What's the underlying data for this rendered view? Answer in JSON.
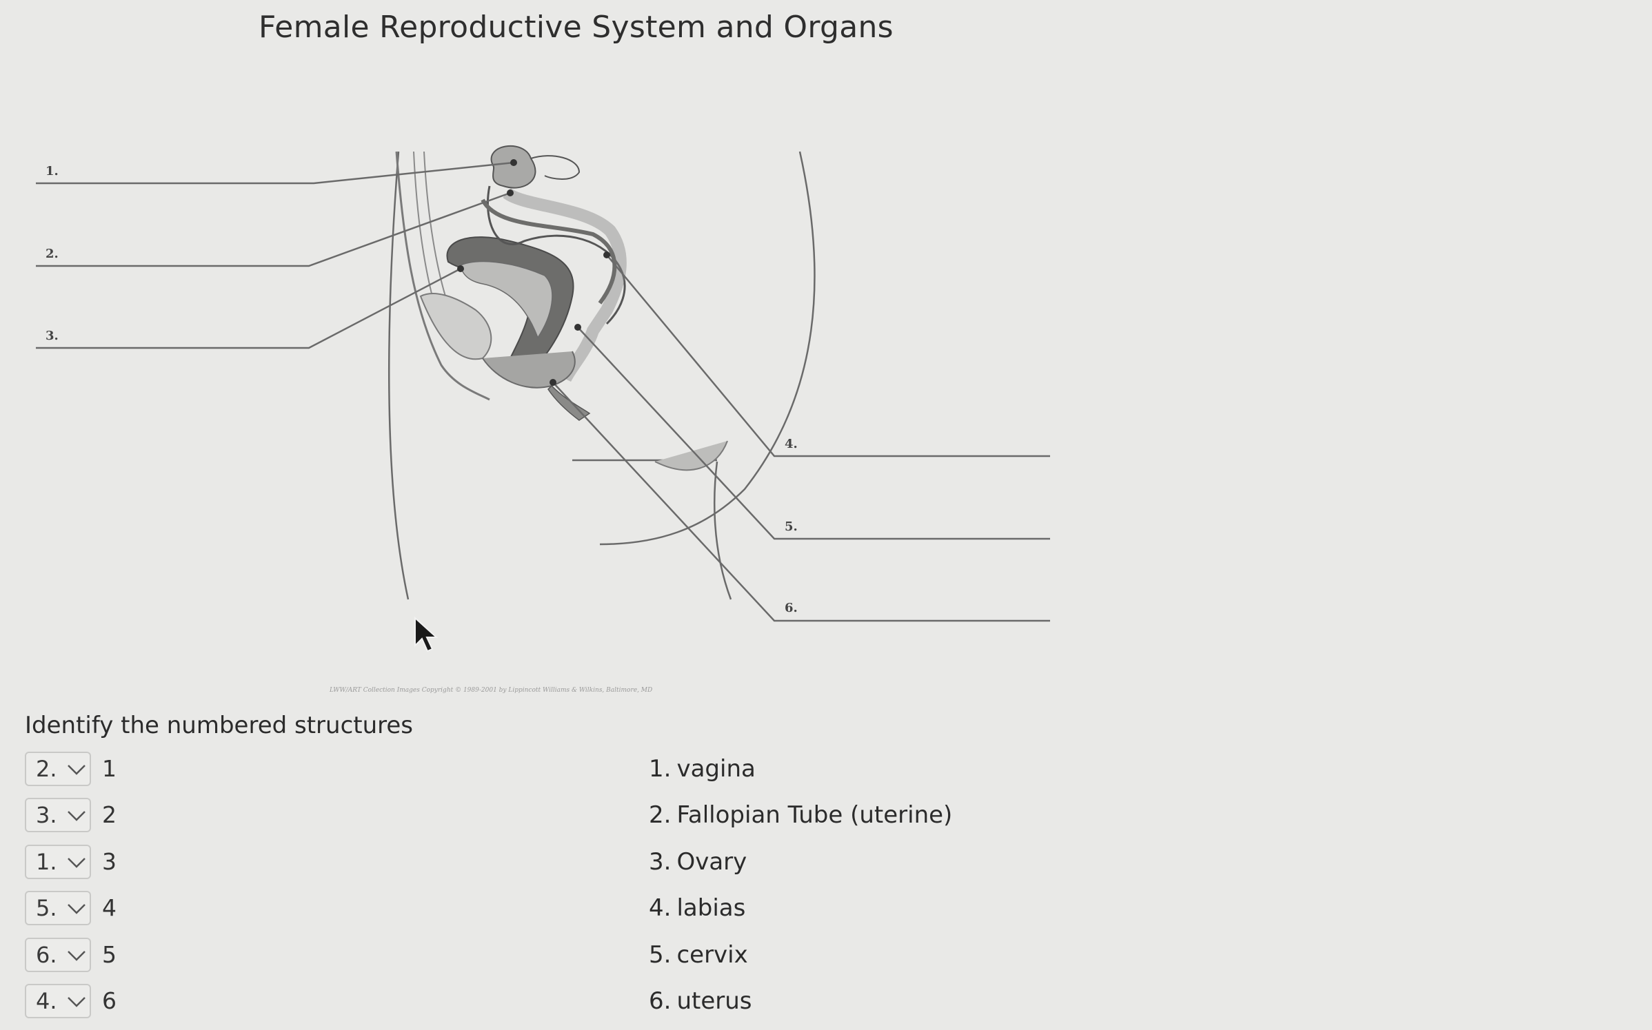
{
  "page": {
    "title": "Female Reproductive System and Organs",
    "copyright": "LWW/ART Collection Images Copyright © 1989-2001 by Lippincott Williams & Wilkins, Baltimore, MD"
  },
  "diagram": {
    "labels": [
      "1.",
      "2.",
      "3.",
      "4.",
      "5.",
      "6."
    ]
  },
  "question": {
    "prompt": "Identify the numbered structures",
    "rows": [
      {
        "selected": "2.",
        "number": "1"
      },
      {
        "selected": "3.",
        "number": "2"
      },
      {
        "selected": "1.",
        "number": "3"
      },
      {
        "selected": "5.",
        "number": "4"
      },
      {
        "selected": "6.",
        "number": "5"
      },
      {
        "selected": "4.",
        "number": "6"
      }
    ],
    "answers": [
      {
        "num": "1.",
        "text": "vagina"
      },
      {
        "num": "2.",
        "text": "Fallopian Tube (uterine)"
      },
      {
        "num": "3.",
        "text": "Ovary"
      },
      {
        "num": "4.",
        "text": "labias"
      },
      {
        "num": "5.",
        "text": "cervix"
      },
      {
        "num": "6.",
        "text": "uterus"
      }
    ]
  },
  "icons": [
    "chevron-down-icon",
    "mouse-cursor-icon"
  ]
}
